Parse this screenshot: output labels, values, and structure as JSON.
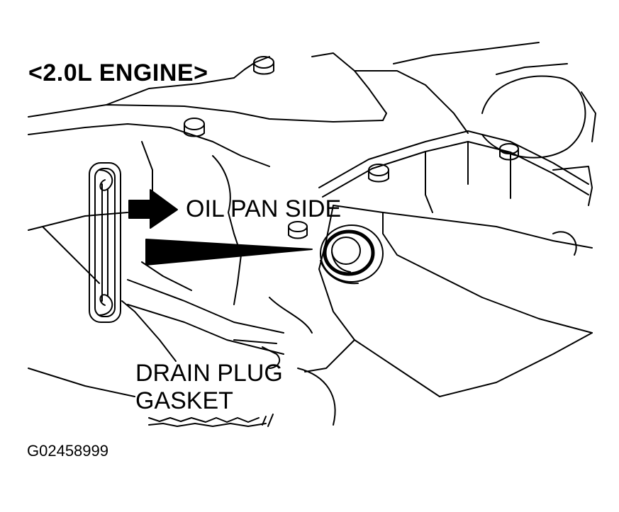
{
  "title": "<2.0L ENGINE>",
  "labels": {
    "oil_pan_side": "OIL PAN SIDE",
    "drain_plug_line1": "DRAIN PLUG",
    "drain_plug_line2": "GASKET"
  },
  "figure_id": "G02458999",
  "colors": {
    "ink": "#000000",
    "paper": "#ffffff"
  }
}
